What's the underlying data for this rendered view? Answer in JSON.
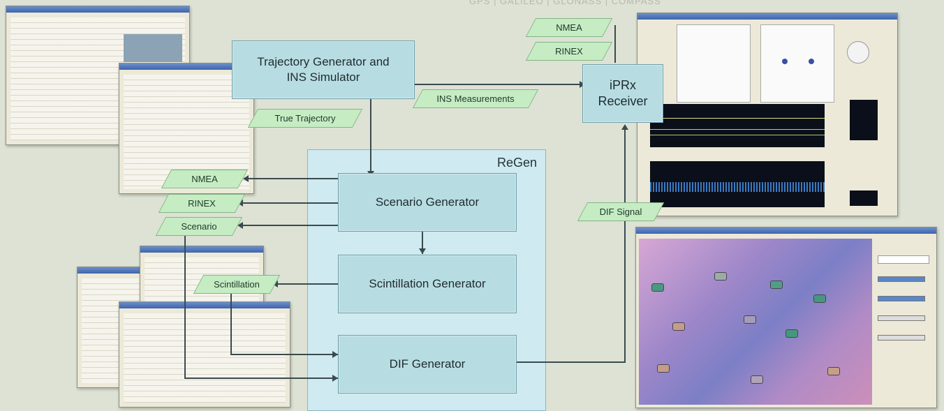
{
  "header_partial": "GPS | GALILEO | GLONASS | COMPASS",
  "regen_label": "ReGen",
  "boxes": {
    "trajectory": "Trajectory Generator and INS Simulator",
    "receiver": "iPRx Receiver",
    "scenario_gen": "Scenario Generator",
    "scint_gen": "Scintillation Generator",
    "dif_gen": "DIF Generator"
  },
  "parallelograms": {
    "nmea_top": "NMEA",
    "rinex_top": "RINEX",
    "ins_meas": "INS Measurements",
    "true_traj": "True Trajectory",
    "nmea_left": "NMEA",
    "rinex_left": "RINEX",
    "scenario": "Scenario",
    "scintillation": "Scintillation",
    "dif_signal": "DIF Signal"
  },
  "colors": {
    "box_fill": "#b7dde3",
    "regen_fill": "#cfeaf0",
    "data_fill": "#c6ecc4",
    "background": "#dde2d4"
  }
}
